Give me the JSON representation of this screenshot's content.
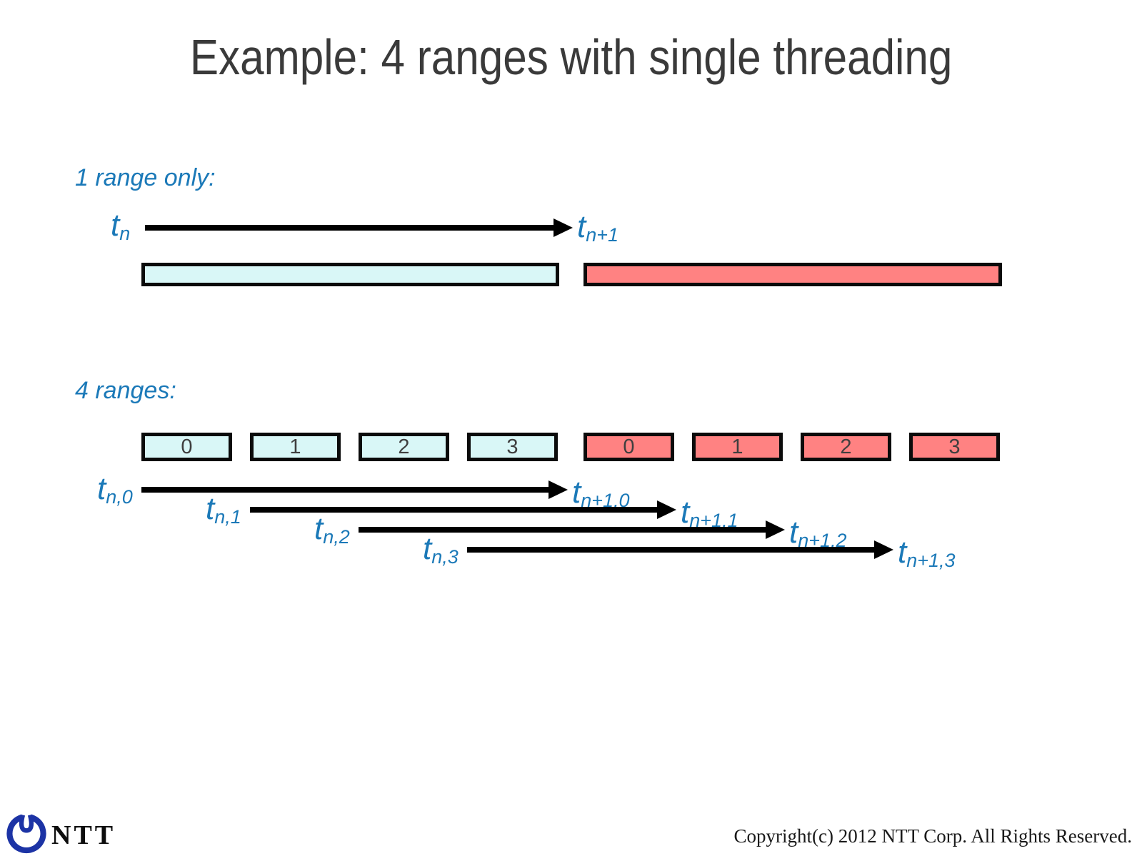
{
  "title": "Example: 4 ranges with single threading",
  "colors": {
    "accent_blue": "#1B79B8",
    "cyan_fill": "#D9F7F7",
    "red_fill": "#FF8282",
    "title_gray": "#3A3A3A",
    "logo_blue": "#1C33A5"
  },
  "single_range": {
    "heading": "1 range only:",
    "start_label": {
      "base": "t",
      "sub": "n"
    },
    "end_label": {
      "base": "t",
      "sub": "n+1"
    }
  },
  "four_ranges": {
    "heading": "4 ranges:",
    "bars": [
      {
        "label": "0",
        "group": "cyan"
      },
      {
        "label": "1",
        "group": "cyan"
      },
      {
        "label": "2",
        "group": "cyan"
      },
      {
        "label": "3",
        "group": "cyan"
      },
      {
        "label": "0",
        "group": "red"
      },
      {
        "label": "1",
        "group": "red"
      },
      {
        "label": "2",
        "group": "red"
      },
      {
        "label": "3",
        "group": "red"
      }
    ],
    "threads": [
      {
        "start": {
          "base": "t",
          "sub": "n,0"
        },
        "end": {
          "base": "t",
          "sub": "n+1,0"
        }
      },
      {
        "start": {
          "base": "t",
          "sub": "n,1"
        },
        "end": {
          "base": "t",
          "sub": "n+1,1"
        }
      },
      {
        "start": {
          "base": "t",
          "sub": "n,2"
        },
        "end": {
          "base": "t",
          "sub": "n+1,2"
        }
      },
      {
        "start": {
          "base": "t",
          "sub": "n,3"
        },
        "end": {
          "base": "t",
          "sub": "n+1,3"
        }
      }
    ]
  },
  "footer": {
    "logo": "NTT",
    "copyright": "Copyright(c) 2012 NTT Corp. All Rights Reserved."
  }
}
